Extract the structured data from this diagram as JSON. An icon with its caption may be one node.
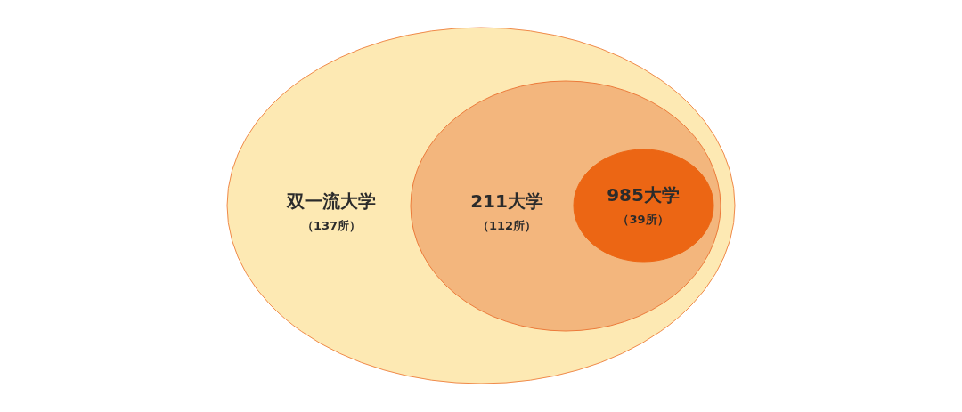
{
  "diagram": {
    "nodes": [
      {
        "text": [
          "双一流大学",
          "（137所）"
        ]
      },
      {
        "text": [
          "211大学",
          "（112所）"
        ],
        "in": 0
      },
      {
        "text": [
          "985大学",
          "（39所）"
        ],
        "in": 1
      }
    ]
  }
}
